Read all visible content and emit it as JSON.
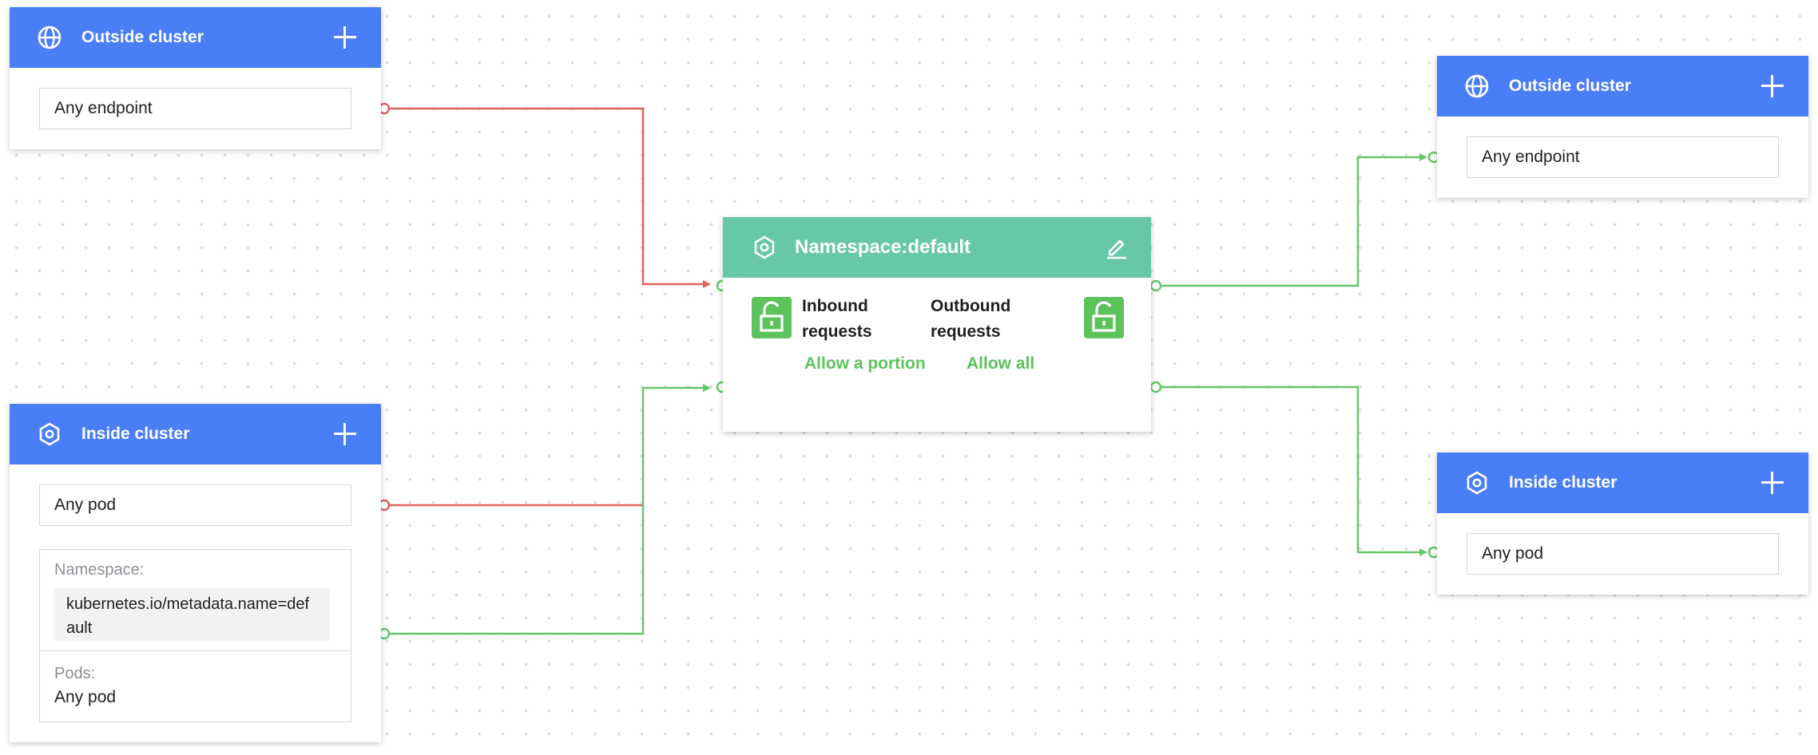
{
  "colors": {
    "header_blue": "#4a7ef6",
    "header_green": "#67c8a6",
    "deny_line": "#e0635f",
    "allow_line": "#66c76a",
    "status_green": "#5cc35c"
  },
  "left_outside": {
    "icon": "globe-icon",
    "title": "Outside cluster",
    "add_icon": "plus-icon",
    "field_value": "Any endpoint"
  },
  "left_inside": {
    "icon": "kubernetes-icon",
    "title": "Inside cluster",
    "add_icon": "plus-icon",
    "field_value": "Any pod",
    "namespace_label": "Namespace:",
    "namespace_value": "kubernetes.io/metadata.name=default",
    "pods_label": "Pods:",
    "pods_value": "Any pod"
  },
  "center": {
    "icon": "kubernetes-icon",
    "title": "Namespace:default",
    "edit_icon": "edit-icon",
    "inbound_label": "Inbound\nrequests",
    "inbound_status": "Allow a portion",
    "inbound_icon": "unlock-icon",
    "outbound_label": "Outbound\nrequests",
    "outbound_status": "Allow all",
    "outbound_icon": "unlock-icon"
  },
  "right_outside": {
    "icon": "globe-icon",
    "title": "Outside cluster",
    "add_icon": "plus-icon",
    "field_value": "Any endpoint"
  },
  "right_inside": {
    "icon": "kubernetes-icon",
    "title": "Inside cluster",
    "add_icon": "plus-icon",
    "field_value": "Any pod"
  },
  "connections": [
    {
      "from": "Outside cluster: Any endpoint",
      "to": "Namespace:default inbound",
      "state": "deny"
    },
    {
      "from": "Inside cluster: Any pod",
      "to": "Namespace:default inbound",
      "state": "deny"
    },
    {
      "from": "Inside cluster: Namespace kubernetes.io/metadata.name=default",
      "to": "Namespace:default inbound",
      "state": "allow"
    },
    {
      "from": "Namespace:default outbound",
      "to": "Outside cluster: Any endpoint",
      "state": "allow"
    },
    {
      "from": "Namespace:default outbound",
      "to": "Inside cluster: Any pod",
      "state": "allow"
    }
  ]
}
